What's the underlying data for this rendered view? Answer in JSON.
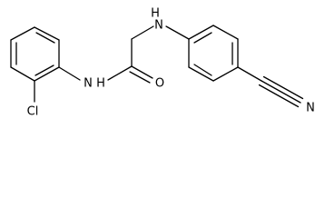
{
  "molecule": {
    "atoms": {
      "cl": "Cl",
      "amide_n": "N",
      "amide_h": "H",
      "carbonyl_o": "O",
      "amine_n": "N",
      "amine_h": "H",
      "nitrile_n": "N"
    },
    "colors": {
      "bond": "#000000",
      "label": "#000000",
      "background": "#ffffff"
    }
  }
}
